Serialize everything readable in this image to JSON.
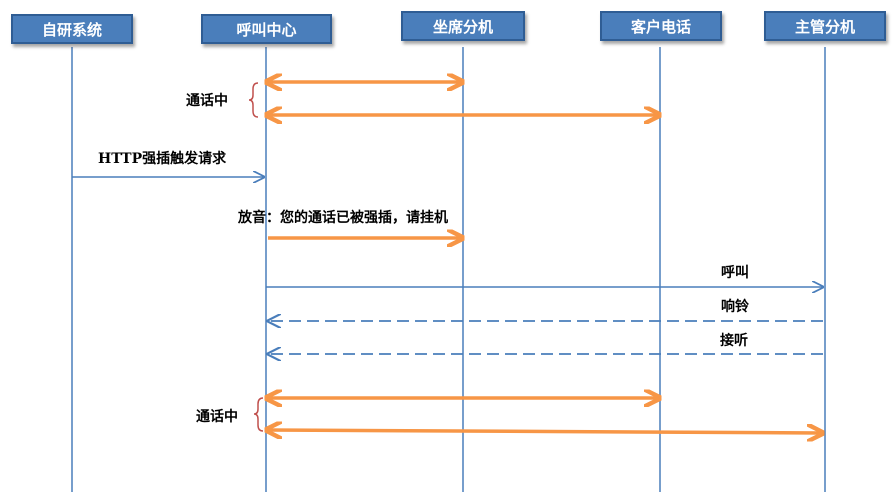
{
  "actors": [
    "自研系统",
    "呼叫中心",
    "坐席分机",
    "客户电话",
    "主管分机"
  ],
  "messages": {
    "talking_1": "通话中",
    "http_request": "HTTP强插触发请求",
    "playback": "放音：您的通话已被强插，请挂机",
    "call": "呼叫",
    "ringing": "响铃",
    "answer": "接听",
    "talking_2": "通话中"
  },
  "colors": {
    "actor_fill": "#4a7ebb",
    "actor_border": "#2f5d94",
    "lifeline": "#4a7ebb",
    "orange_arrow": "#f79646",
    "bracket": "#c0504d"
  }
}
